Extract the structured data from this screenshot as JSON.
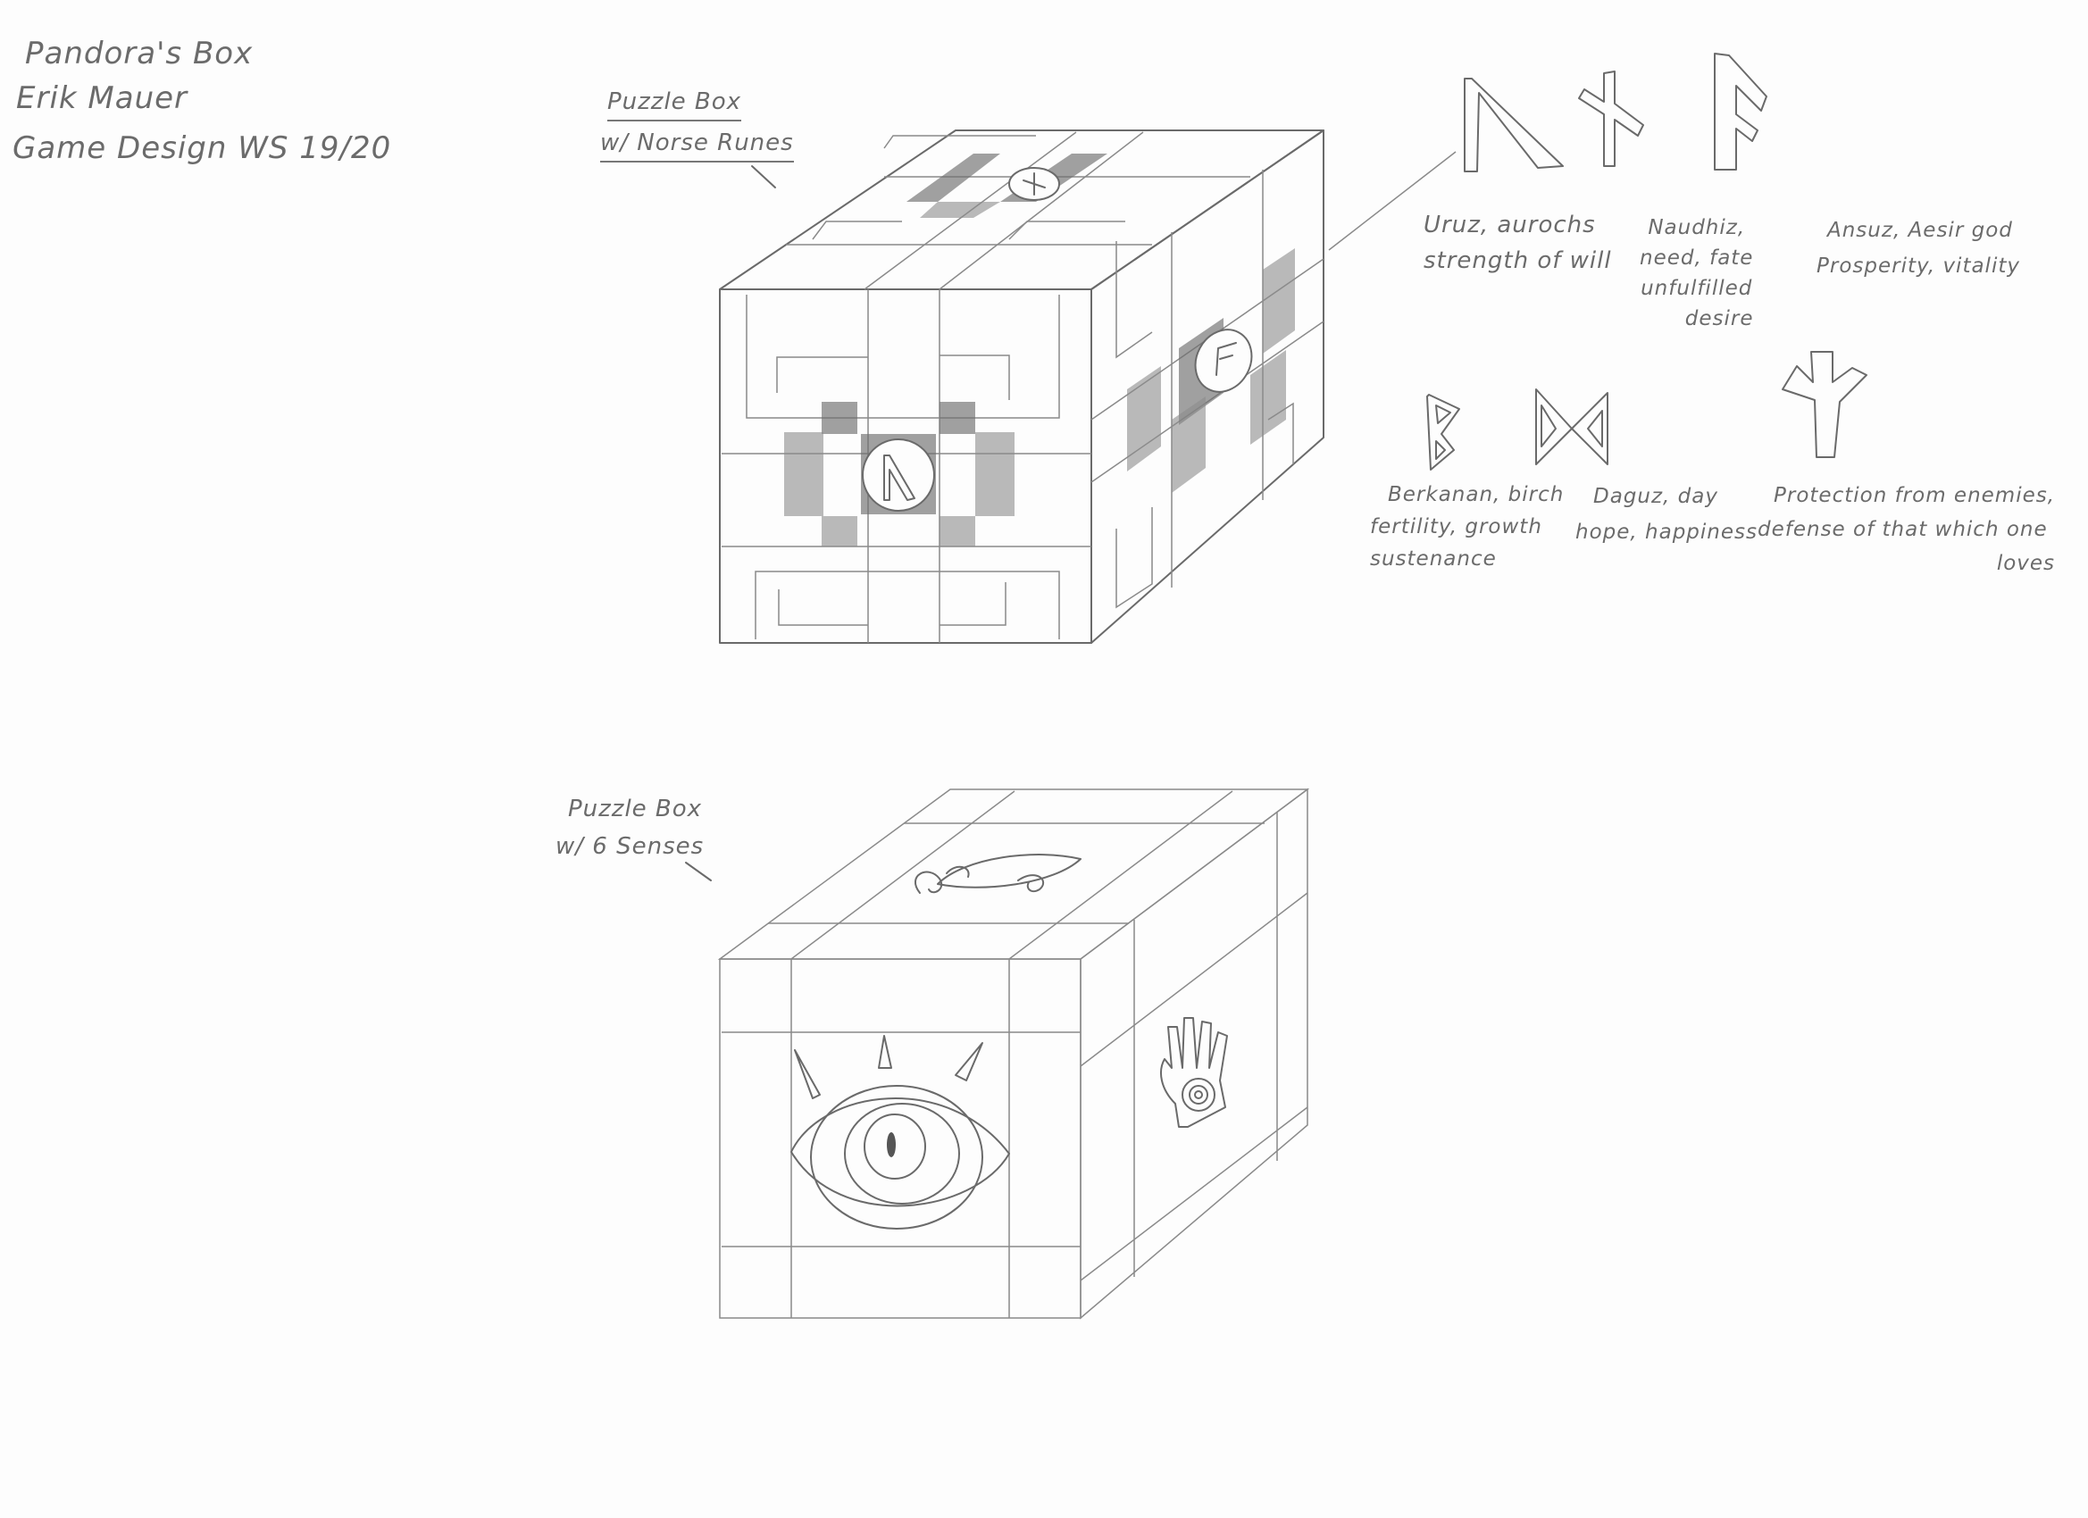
{
  "header": {
    "title": "Pandora's Box",
    "author": "Erik Mauer",
    "course": "Game Design WS 19/20"
  },
  "sketch_norse": {
    "label_line1": "Puzzle Box",
    "label_line2": "w/ Norse Runes",
    "front_rune": "uruz-rune",
    "side_rune": "ansuz-rune",
    "top_rune": "naudhiz-rune"
  },
  "sketch_senses": {
    "label_line1": "Puzzle Box",
    "label_line2": "w/ 6 Senses",
    "front_symbol": "eye-symbol",
    "side_symbol": "hand-spiral-symbol",
    "top_symbol": "swirl-symbol"
  },
  "runes": [
    {
      "glyph": "ᚢ",
      "icon": "uruz-rune-icon",
      "line1": "Uruz, aurochs",
      "line2": "strength of will",
      "line3": "",
      "line4": ""
    },
    {
      "glyph": "ᚾ",
      "icon": "naudhiz-rune-icon",
      "line1": "Naudhiz,",
      "line2": "need, fate",
      "line3": "unfulfilled",
      "line4": "desire"
    },
    {
      "glyph": "ᚨ",
      "icon": "ansuz-rune-icon",
      "line1": "Ansuz, Aesir god",
      "line2": "Prosperity, vitality",
      "line3": "",
      "line4": ""
    },
    {
      "glyph": "ᛒ",
      "icon": "berkanan-rune-icon",
      "line1": "Berkanan, birch",
      "line2": "fertility, growth",
      "line3": "sustenance",
      "line4": ""
    },
    {
      "glyph": "ᛞ",
      "icon": "dagaz-rune-icon",
      "line1": "Daguz, day",
      "line2": "hope, happiness",
      "line3": "",
      "line4": ""
    },
    {
      "glyph": "ᛉ",
      "icon": "algiz-rune-icon",
      "line1": "Protection from enemies,",
      "line2": "defense of that which one",
      "line3": "loves",
      "line4": ""
    }
  ],
  "colors": {
    "paper": "#fdfdfd",
    "pencil": "#6a6a6a",
    "shading": "#8c8c8c"
  }
}
